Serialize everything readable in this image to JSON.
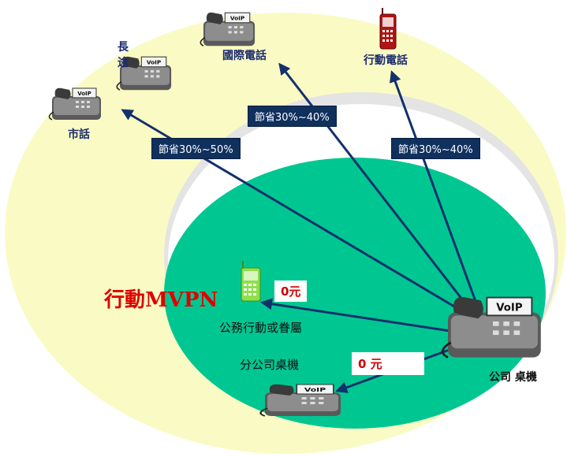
{
  "nodes": {
    "local_call": "市話",
    "long_distance_1": "長",
    "long_distance_2": "途",
    "international_call": "國際電話",
    "mobile_call": "行動電話",
    "company_desk": "公司 桌機",
    "mvpn": "行動MVPN",
    "official_mobile": "公務行動或眷屬",
    "branch_desk": "分公司桌機"
  },
  "savings": {
    "local_long": "節省30%~50%",
    "international": "節省30%~40%",
    "mobile": "節省30%~40%"
  },
  "costs": {
    "mvpn": "0元",
    "branch": "0 元"
  },
  "phone_badge": "VoIP",
  "colors": {
    "outer_ring": "#fafbc4",
    "middle_ring": "#e4e4e4",
    "inner_zone": "#00c792",
    "arrow": "#13316b",
    "save_box": "#10305e",
    "zero_text": "#d00000",
    "mvpn_text": "#e00000",
    "mobile_red": "#b01414",
    "mobile_green": "#8ee04c"
  }
}
